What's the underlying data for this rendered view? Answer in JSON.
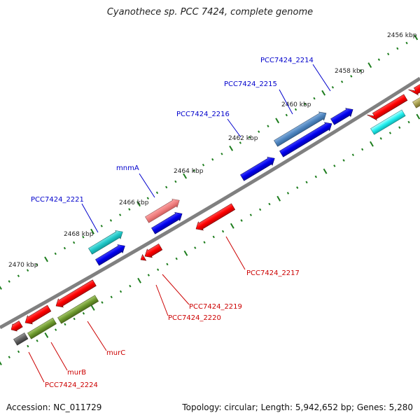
{
  "title": "Cyanothece sp. PCC 7424, complete genome",
  "footer": {
    "accession": "Accession: NC_011729",
    "summary": "Topology: circular; Length: 5,942,652 bp; Genes: 5,280"
  },
  "colors": {
    "backbone": "#808080",
    "tick": "#1d7d1d",
    "label_blue": "#0000cc",
    "label_red": "#cc0000",
    "kbp_text": "#222222"
  },
  "scale_labels": [
    "2456 kbp",
    "2458 kbp",
    "2460 kbp",
    "2462 kbp",
    "2464 kbp",
    "2466 kbp",
    "2468 kbp",
    "2470 kbp"
  ],
  "gene_labels": {
    "top": [
      "PCC7424_2214",
      "PCC7424_2215",
      "PCC7424_2216",
      "mnmA",
      "PCC7424_2221"
    ],
    "bottom": [
      "PCC7424_2217",
      "PCC7424_2219",
      "PCC7424_2220",
      "murC",
      "murB",
      "PCC7424_2224"
    ]
  }
}
